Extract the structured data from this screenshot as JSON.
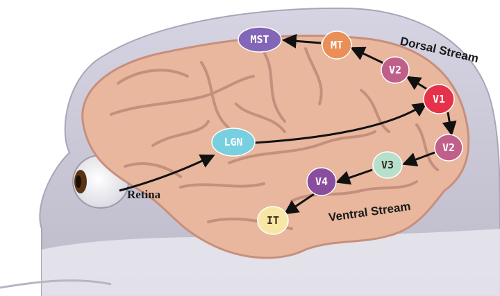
{
  "labels": {
    "retina": "Retina",
    "dorsal_stream": "Dorsal Stream",
    "ventral_stream": "Ventral Stream"
  },
  "areas": {
    "mst": {
      "label": "MST",
      "color": "#8466b8"
    },
    "mt": {
      "label": "MT",
      "color": "#e98f57"
    },
    "v2_dorsal": {
      "label": "V2",
      "color": "#c0608a"
    },
    "v1": {
      "label": "V1",
      "color": "#e5324a"
    },
    "v2_ventral": {
      "label": "V2",
      "color": "#c0608a"
    },
    "v3": {
      "label": "V3",
      "color": "#b6e0cc"
    },
    "v4": {
      "label": "V4",
      "color": "#8a4d9e"
    },
    "it": {
      "label": "IT",
      "color": "#f7e6a4"
    },
    "lgn": {
      "label": "LGN",
      "color": "#78cfe0"
    }
  },
  "connections": [
    [
      "retina",
      "lgn"
    ],
    [
      "lgn",
      "v1"
    ],
    [
      "v1",
      "v2_dorsal"
    ],
    [
      "v2_dorsal",
      "mt"
    ],
    [
      "mt",
      "mst"
    ],
    [
      "v1",
      "v2_ventral"
    ],
    [
      "v2_ventral",
      "v3"
    ],
    [
      "v3",
      "v4"
    ],
    [
      "v4",
      "it"
    ]
  ],
  "colors": {
    "head": "#c9c6d6",
    "brain": "#e8b79d",
    "sulcus": "#b98273",
    "arrow": "#111111"
  }
}
